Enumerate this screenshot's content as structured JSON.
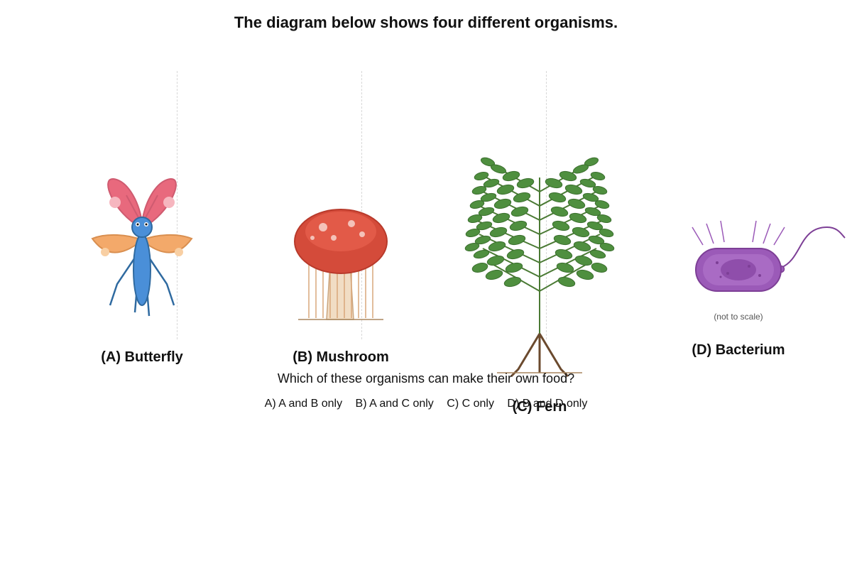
{
  "title": "The diagram below shows four different organisms.",
  "organisms": [
    {
      "label": "(A) Butterfly",
      "icon": "butterfly-icon"
    },
    {
      "label": "(B) Mushroom",
      "icon": "mushroom-icon"
    },
    {
      "label": "(C) Fern",
      "icon": "fern-icon"
    },
    {
      "label": "(D) Bacterium",
      "icon": "bacterium-icon",
      "note": "(not to scale)"
    }
  ],
  "question": "Which of these organisms can make their own food?",
  "options": [
    "A) A and B only",
    "B) A and C only",
    "C) C only",
    "D) B and D only"
  ],
  "colors": {
    "butterfly_upper_wing": "#e8697d",
    "butterfly_lower_wing": "#f3a96a",
    "butterfly_body": "#4a8fd8",
    "mushroom_cap": "#d44b3a",
    "fern_leaf": "#4f8f3f",
    "bacterium_body": "#9b5ab8"
  }
}
